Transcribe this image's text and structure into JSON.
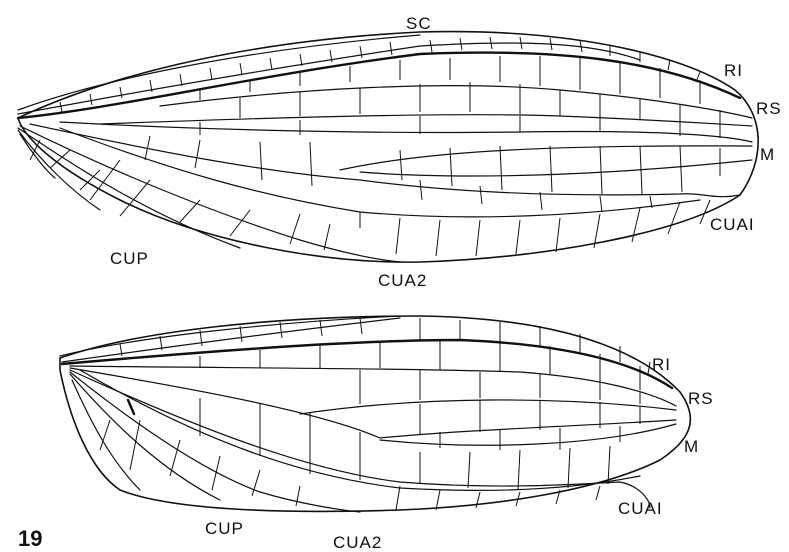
{
  "figure_number": "19",
  "forewing": {
    "labels": {
      "sc": "SC",
      "r1": "RI",
      "rs": "RS",
      "m": "M",
      "cua1": "CUAI",
      "cup": "CUP",
      "cua2": "CUA2"
    }
  },
  "hindwing": {
    "labels": {
      "r1": "RI",
      "rs": "RS",
      "m": "M",
      "cua1": "CUAI",
      "cup": "CUP",
      "cua2": "CUA2"
    }
  }
}
